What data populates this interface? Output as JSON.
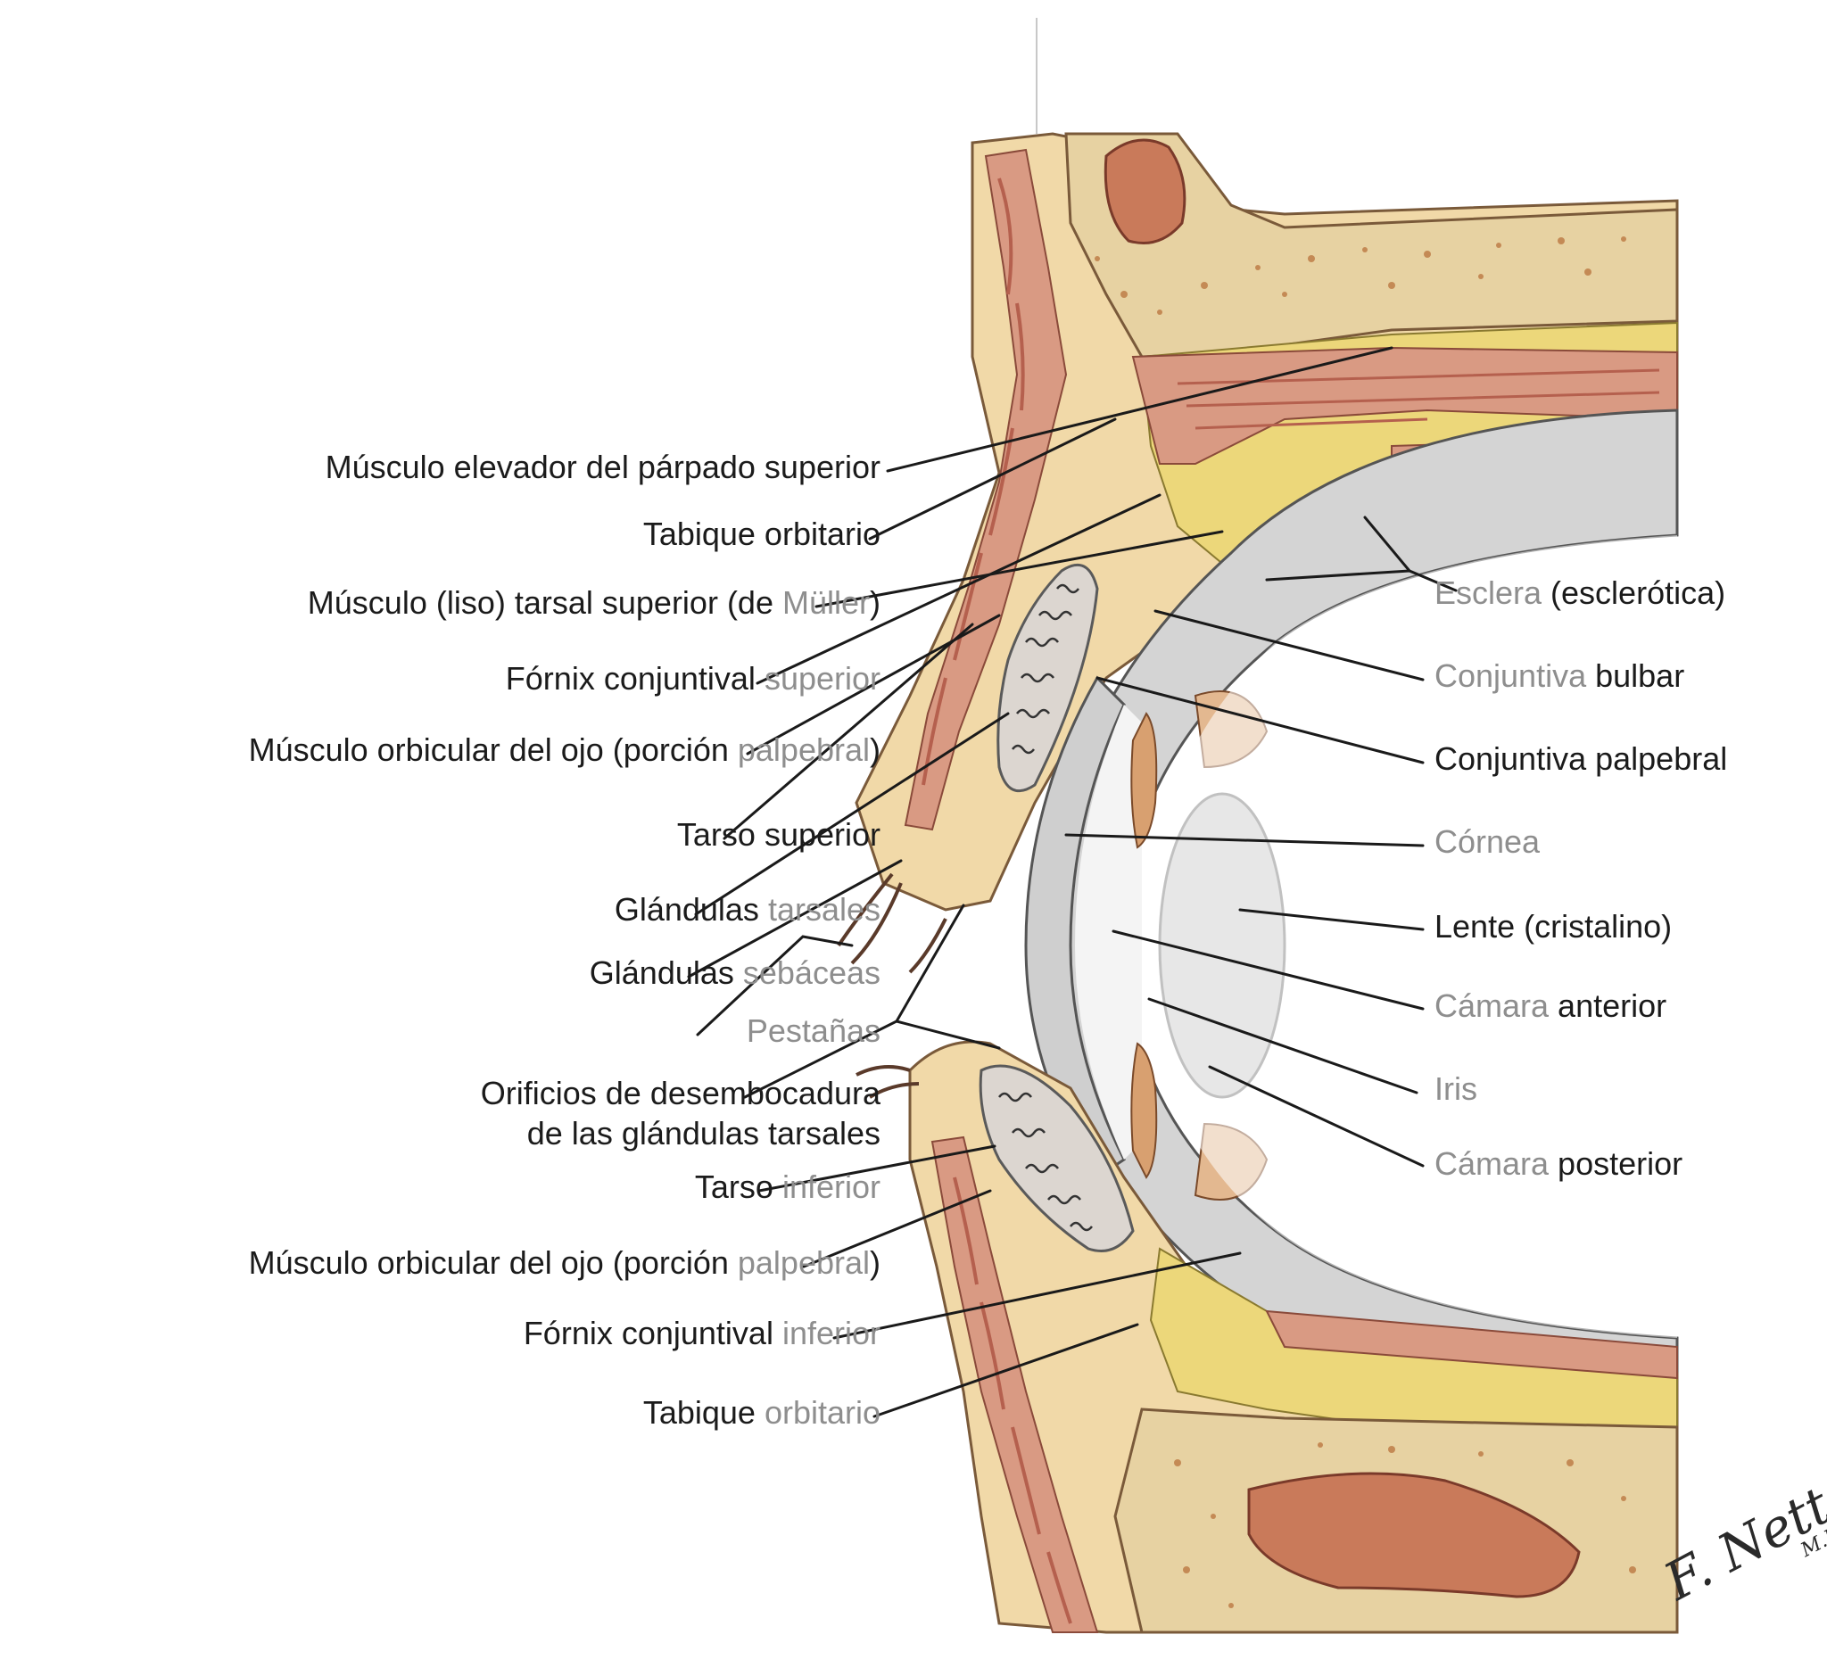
{
  "labels_left": [
    {
      "id": "elevador",
      "parts": [
        {
          "t": "Músculo elevador del párpado superior",
          "g": false
        }
      ]
    },
    {
      "id": "tabique-sup",
      "parts": [
        {
          "t": "Tabique orbitario",
          "g": false
        }
      ]
    },
    {
      "id": "muller",
      "parts": [
        {
          "t": "Músculo (liso) tarsal superior (de ",
          "g": false
        },
        {
          "t": "Müller",
          "g": true
        },
        {
          "t": ")",
          "g": false
        }
      ]
    },
    {
      "id": "fornix-sup",
      "parts": [
        {
          "t": "Fórnix conjuntival ",
          "g": false
        },
        {
          "t": "superior",
          "g": true
        }
      ]
    },
    {
      "id": "orbicular-sup",
      "parts": [
        {
          "t": "Músculo orbicular del ojo (porción ",
          "g": false
        },
        {
          "t": "palpebral",
          "g": true
        },
        {
          "t": ")",
          "g": false
        }
      ]
    },
    {
      "id": "tarso-sup",
      "parts": [
        {
          "t": "Tarso superior",
          "g": false
        }
      ]
    },
    {
      "id": "gl-tarsales",
      "parts": [
        {
          "t": "Glándulas ",
          "g": false
        },
        {
          "t": "tarsales",
          "g": true
        }
      ]
    },
    {
      "id": "gl-sebaceas",
      "parts": [
        {
          "t": "Glándulas ",
          "g": false
        },
        {
          "t": "sebáceas",
          "g": true
        }
      ]
    },
    {
      "id": "pestanas",
      "parts": [
        {
          "t": "Pestañas",
          "g": true
        }
      ]
    },
    {
      "id": "orificios-1",
      "parts": [
        {
          "t": "Orificios de desembocadura",
          "g": false
        }
      ]
    },
    {
      "id": "orificios-2",
      "parts": [
        {
          "t": "de las glándulas tarsales",
          "g": false
        }
      ]
    },
    {
      "id": "tarso-inf",
      "parts": [
        {
          "t": "Tarso ",
          "g": false
        },
        {
          "t": "inferior",
          "g": true
        }
      ]
    },
    {
      "id": "orbicular-inf",
      "parts": [
        {
          "t": "Músculo orbicular del ojo (porción ",
          "g": false
        },
        {
          "t": "palpebral",
          "g": true
        },
        {
          "t": ")",
          "g": false
        }
      ]
    },
    {
      "id": "fornix-inf",
      "parts": [
        {
          "t": "Fórnix conjuntival ",
          "g": false
        },
        {
          "t": "inferior",
          "g": true
        }
      ]
    },
    {
      "id": "tabique-inf",
      "parts": [
        {
          "t": "Tabique ",
          "g": false
        },
        {
          "t": "orbitario",
          "g": true
        }
      ]
    }
  ],
  "labels_right": [
    {
      "id": "esclera",
      "parts": [
        {
          "t": "Esclera ",
          "g": true
        },
        {
          "t": "(esclerótica)",
          "g": false
        }
      ]
    },
    {
      "id": "conj-bulbar",
      "parts": [
        {
          "t": "Conjuntiva ",
          "g": true
        },
        {
          "t": "bulbar",
          "g": false
        }
      ]
    },
    {
      "id": "conj-palpebral",
      "parts": [
        {
          "t": "Conjuntiva palpebral",
          "g": false
        }
      ]
    },
    {
      "id": "cornea",
      "parts": [
        {
          "t": "Córnea",
          "g": true
        }
      ]
    },
    {
      "id": "lente",
      "parts": [
        {
          "t": "Lente (cristalino)",
          "g": false
        }
      ]
    },
    {
      "id": "camara-ant",
      "parts": [
        {
          "t": "Cámara ",
          "g": true
        },
        {
          "t": "anterior",
          "g": false
        }
      ]
    },
    {
      "id": "iris",
      "parts": [
        {
          "t": "Iris",
          "g": true
        }
      ]
    },
    {
      "id": "camara-post",
      "parts": [
        {
          "t": "Cámara ",
          "g": true
        },
        {
          "t": "posterior",
          "g": false
        }
      ]
    }
  ],
  "signature": {
    "name": "F. Netter",
    "suffix": "M.D."
  },
  "colors": {
    "skin": "#f1d9a8",
    "muscle": "#d99a83",
    "muscle_dark": "#b5604e",
    "fat": "#ecd77a",
    "bone": "#e7d2a2",
    "sclera": "#d4d4d4",
    "lens": "#c9cbcb",
    "marrow": "#c97a5a",
    "text_gray": "#8e8e8e"
  }
}
